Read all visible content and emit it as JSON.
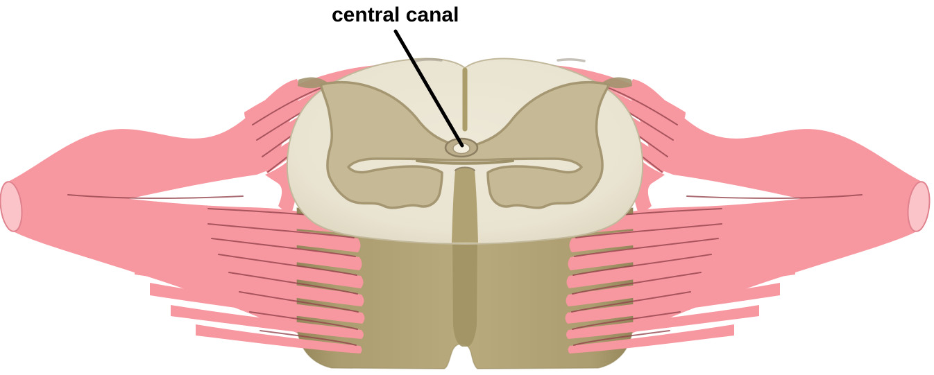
{
  "figure": {
    "type": "anatomical-diagram",
    "subject": "spinal cord cross-section with nerve roots",
    "background": "#ffffff",
    "label": {
      "text": "central canal",
      "color": "#000000"
    },
    "colors": {
      "nerve_pink": "#f797a0",
      "nerve_pink_cut_end": "#fbc4c9",
      "nerve_crease": "#93424b",
      "cut_end_outline": "#e0828e",
      "white_matter_edge": "#c2b99c",
      "gray_matter": "#c6b995",
      "gray_matter_border": "#a2946e",
      "groove": "#a2946e",
      "commissure_shadow": "#96885f",
      "canal_rim_fill": "#bcae8a",
      "canal_rim_stroke": "#8d7f62",
      "canal_fill": "#f3eedd",
      "canal_stroke": "#a5977a",
      "sulcus": "#ab9d6a",
      "fissure_fill": "#b1a273",
      "fissure_stroke": "#93856a",
      "channel": "#a29464",
      "hump_shadow": "#a09788",
      "leader_line": "#000000"
    }
  }
}
